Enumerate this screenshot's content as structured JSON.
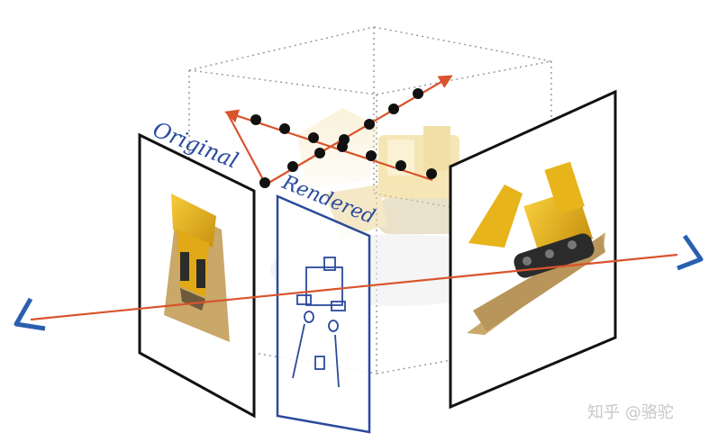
{
  "labels": {
    "original": "Original",
    "rendered": "Rendered"
  },
  "watermark": "知乎 @骆驼",
  "colors": {
    "ray": "#d9532c",
    "sample_point": "#111111",
    "handwriting": "#2a4a9c",
    "frame": "#111111",
    "volume_box": "#9a9a9a",
    "bulldozer_yellow": "#e8b41c",
    "ground": "#c9a86a",
    "watermark": "#c8c8c8"
  },
  "icons": [
    "camera-marker-left-icon",
    "camera-marker-right-icon"
  ]
}
